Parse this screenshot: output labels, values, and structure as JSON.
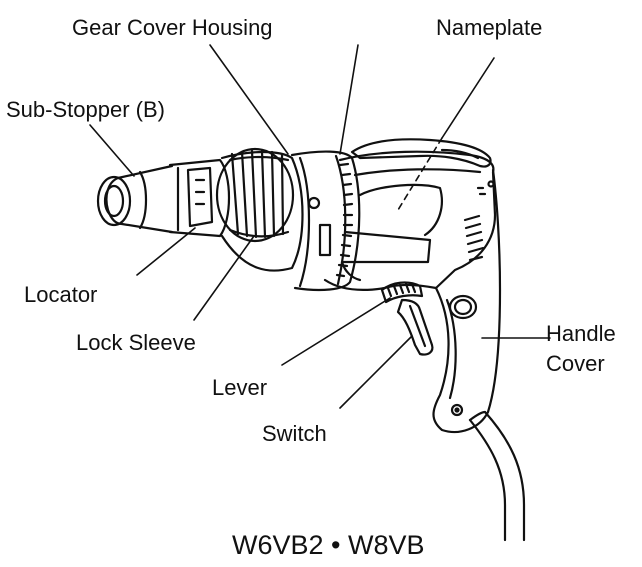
{
  "labels": {
    "gear_cover_housing": "Gear Cover Housing",
    "nameplate": "Nameplate",
    "sub_stopper": "Sub-Stopper (B)",
    "locator": "Locator",
    "lock_sleeve": "Lock Sleeve",
    "lever": "Lever",
    "switch": "Switch",
    "handle_line1": "Handle",
    "handle_line2": "Cover"
  },
  "model": "W6VB2 • W8VB",
  "colors": {
    "ink": "#111111",
    "background": "#ffffff"
  }
}
